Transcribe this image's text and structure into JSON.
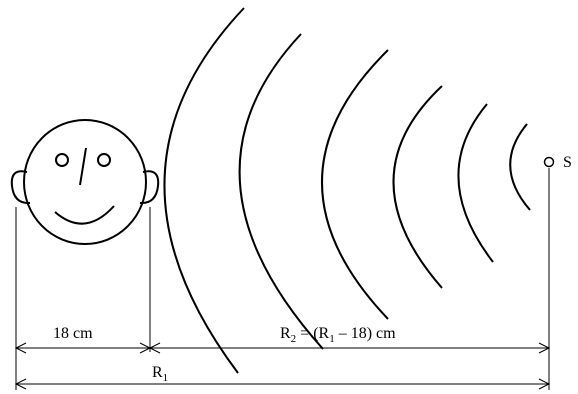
{
  "colors": {
    "ink": "#000000",
    "background": "#ffffff"
  },
  "source": {
    "label": "S"
  },
  "dimensions": {
    "ear_distance": {
      "value": "18 cm"
    },
    "r2": {
      "symbol": "R",
      "subscript": "2",
      "eq": " = (R",
      "eq_sub": "1",
      "tail": " – 18) cm"
    },
    "r1": {
      "symbol": "R",
      "subscript": "1"
    }
  },
  "wavefront_count": 6
}
